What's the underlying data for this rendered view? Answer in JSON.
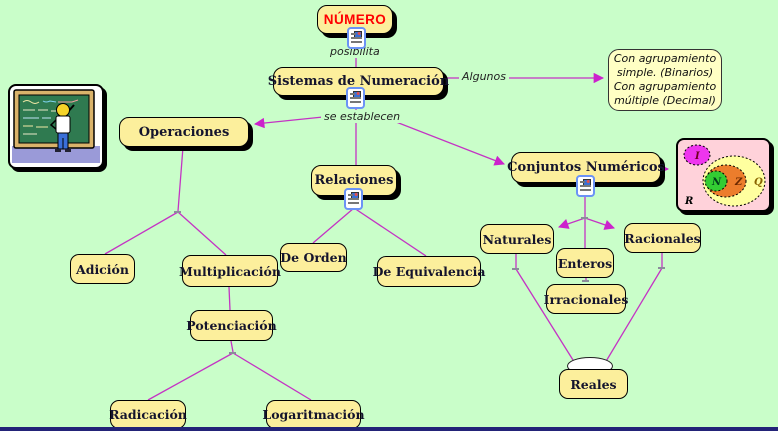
{
  "window": {
    "canvas_bg": "#c9fec9",
    "bottom_edge_color": "#232378"
  },
  "colors": {
    "node_fill": "#fcef9c",
    "node_border": "#000000",
    "root_text": "#ff0000",
    "node_text": "#14142d",
    "link_line": "#c433c4",
    "note_fill": "#ffffc4",
    "venn_card_bg": "#ffd2da"
  },
  "concept_map": {
    "nodes": {
      "numero": {
        "label": "NÚMERO"
      },
      "sistemas": {
        "label": "Sistemas de Numeración"
      },
      "operaciones": {
        "label": "Operaciones"
      },
      "relaciones": {
        "label": "Relaciones"
      },
      "conjuntos": {
        "label": "Conjuntos Numéricos"
      },
      "adicion": {
        "label": "Adición"
      },
      "multiplicacion": {
        "label": "Multiplicación"
      },
      "de_orden": {
        "label": "De Orden"
      },
      "de_equivalencia": {
        "label": "De Equivalencia"
      },
      "naturales": {
        "label": "Naturales"
      },
      "enteros": {
        "label": "Enteros"
      },
      "racionales": {
        "label": "Racionales"
      },
      "irracionales": {
        "label": "Irracionales"
      },
      "potenciacion": {
        "label": "Potenciación"
      },
      "radicacion": {
        "label": "Radicación"
      },
      "logaritmacion": {
        "label": "Logaritmación"
      },
      "reales": {
        "label": "Reales"
      }
    },
    "link_labels": {
      "posibilita": "posibilita",
      "algunos": "Algunos",
      "se_establecen": "se establecen"
    },
    "annotation": {
      "line1": "Con agrupamiento",
      "line2": "simple. (Binarios)",
      "line3": "Con agrupamiento",
      "line4": "múltiple (Decimal)"
    },
    "icons": {
      "resource": "document-with-image-resource-icon",
      "arrowhead": "magenta-triangle"
    }
  },
  "venn_image": {
    "labels": {
      "i": "I",
      "q": "Q",
      "z": "Z",
      "n": "N",
      "r": "R"
    }
  },
  "chalkboard_image": {
    "alt": "teacher writing on chalkboard"
  }
}
